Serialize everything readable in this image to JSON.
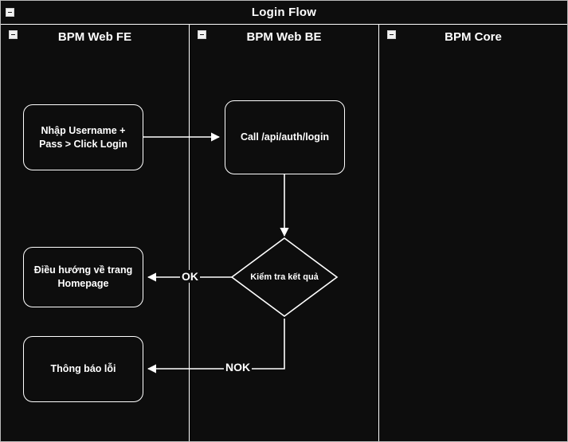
{
  "window": {
    "title": "Login Flow",
    "collapse_icon": "collapse-minus-icon"
  },
  "lanes": [
    {
      "id": "fe",
      "label": "BPM Web FE",
      "collapse_icon": "collapse-minus-icon"
    },
    {
      "id": "be",
      "label": "BPM Web BE",
      "collapse_icon": "collapse-minus-icon"
    },
    {
      "id": "core",
      "label": "BPM Core",
      "collapse_icon": "collapse-minus-icon"
    }
  ],
  "nodes": [
    {
      "id": "input-login",
      "lane": "fe",
      "type": "rounded-rect",
      "label": "Nhập Username +\nPass > Click Login"
    },
    {
      "id": "call-api",
      "lane": "be",
      "type": "rounded-rect",
      "label": "Call /api/auth/login"
    },
    {
      "id": "check-result",
      "lane": "be",
      "type": "diamond",
      "label": "Kiểm tra kết quả"
    },
    {
      "id": "go-homepage",
      "lane": "fe",
      "type": "rounded-rect",
      "label": "Điều hướng về trang\nHomepage"
    },
    {
      "id": "show-error",
      "lane": "fe",
      "type": "rounded-rect",
      "label": "Thông báo lỗi"
    }
  ],
  "edges": [
    {
      "id": "e1",
      "from": "input-login",
      "to": "call-api",
      "label": ""
    },
    {
      "id": "e2",
      "from": "call-api",
      "to": "check-result",
      "label": ""
    },
    {
      "id": "e3",
      "from": "check-result",
      "to": "go-homepage",
      "label": "OK"
    },
    {
      "id": "e4",
      "from": "check-result",
      "to": "show-error",
      "label": "NOK"
    }
  ],
  "colors": {
    "background": "#0d0d0d",
    "stroke": "#ffffff",
    "text": "#ffffff",
    "outer_border": "#b8b8b8"
  }
}
